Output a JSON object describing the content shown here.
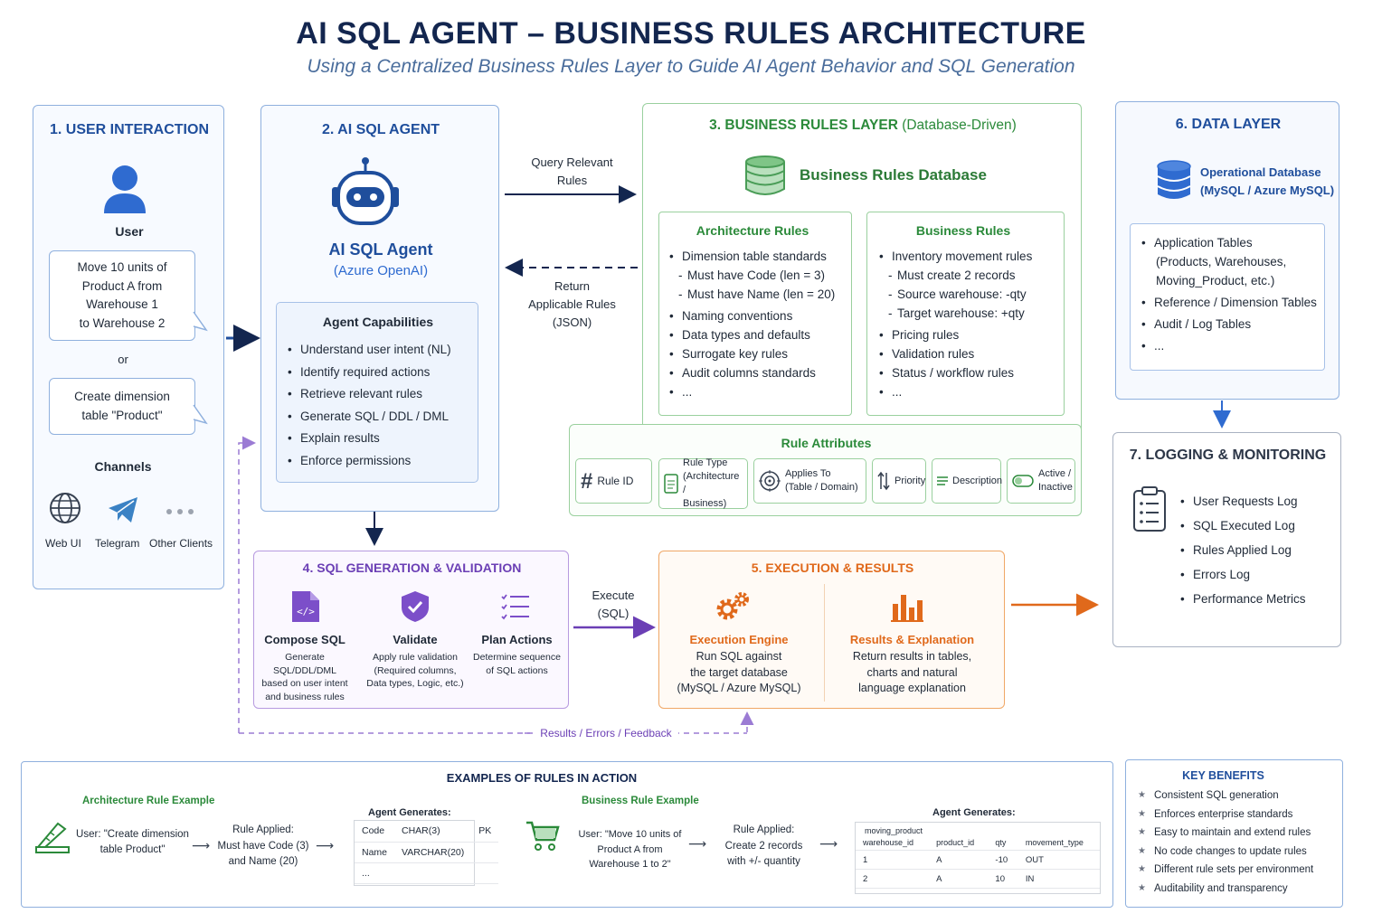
{
  "title": "AI SQL AGENT – BUSINESS RULES ARCHITECTURE",
  "subtitle": "Using a Centralized Business Rules Layer to Guide AI Agent Behavior and SQL Generation",
  "colors": {
    "navy": "#13264f",
    "blue": "#1f4e9c",
    "green": "#2b8a3a",
    "purple": "#6b3fb5",
    "orange": "#e0691b"
  },
  "user_interaction": {
    "title": "1. USER INTERACTION",
    "user_label": "User",
    "bubble1": [
      "Move 10 units of",
      "Product A from",
      "Warehouse 1",
      "to Warehouse 2"
    ],
    "or_label": "or",
    "bubble2": [
      "Create dimension",
      "table \"Product\""
    ],
    "channels_title": "Channels",
    "channels": [
      "Web UI",
      "Telegram",
      "Other Clients"
    ]
  },
  "agent": {
    "title": "2. AI SQL AGENT",
    "name": "AI SQL Agent",
    "sub": "(Azure OpenAI)",
    "capabilities_title": "Agent Capabilities",
    "capabilities": [
      "Understand user intent (NL)",
      "Identify required actions",
      "Retrieve relevant rules",
      "Generate SQL / DDL / DML",
      "Explain results",
      "Enforce permissions"
    ]
  },
  "arrows": {
    "query": [
      "Query Relevant",
      "Rules"
    ],
    "return": [
      "Return",
      "Applicable Rules",
      "(JSON)"
    ],
    "execute": [
      "Execute",
      "(SQL)"
    ],
    "feedback": "Results / Errors / Feedback"
  },
  "rules_layer": {
    "title": "3. BUSINESS RULES LAYER",
    "title_suffix": "(Database-Driven)",
    "db_label": "Business Rules Database",
    "arch_title": "Architecture Rules",
    "arch_rules": [
      {
        "t": "Dimension table standards",
        "sub": false
      },
      {
        "t": "Must have Code (len = 3)",
        "sub": true
      },
      {
        "t": "Must have Name (len = 20)",
        "sub": true
      },
      {
        "t": "Naming conventions",
        "sub": false
      },
      {
        "t": "Data types and defaults",
        "sub": false
      },
      {
        "t": "Surrogate key rules",
        "sub": false
      },
      {
        "t": "Audit columns standards",
        "sub": false
      },
      {
        "t": "...",
        "sub": false
      }
    ],
    "biz_title": "Business Rules",
    "biz_rules": [
      {
        "t": "Inventory movement rules",
        "sub": false
      },
      {
        "t": "Must create 2 records",
        "sub": true
      },
      {
        "t": "Source warehouse: -qty",
        "sub": true
      },
      {
        "t": "Target warehouse: +qty",
        "sub": true
      },
      {
        "t": "Pricing rules",
        "sub": false
      },
      {
        "t": "Validation rules",
        "sub": false
      },
      {
        "t": "Status / workflow rules",
        "sub": false
      },
      {
        "t": "...",
        "sub": false
      }
    ],
    "attr_title": "Rule Attributes",
    "attributes": {
      "rule_id": "Rule ID",
      "rule_type": [
        "Rule Type",
        "(Architecture /",
        "Business)"
      ],
      "applies_to": [
        "Applies To",
        "(Table / Domain)"
      ],
      "priority": "Priority",
      "description": "Description",
      "active": [
        "Active /",
        "Inactive"
      ]
    }
  },
  "sqlgen": {
    "title": "4. SQL GENERATION & VALIDATION",
    "items": [
      {
        "name": "Compose SQL",
        "desc": [
          "Generate SQL/DDL/DML",
          "based on user intent",
          "and business rules"
        ]
      },
      {
        "name": "Validate",
        "desc": [
          "Apply rule validation",
          "(Required columns,",
          "Data types, Logic, etc.)"
        ]
      },
      {
        "name": "Plan Actions",
        "desc": [
          "Determine sequence",
          "of SQL actions"
        ]
      }
    ]
  },
  "execution": {
    "title": "5. EXECUTION & RESULTS",
    "engine_title": "Execution Engine",
    "engine_desc": [
      "Run SQL against",
      "the target database",
      "(MySQL / Azure MySQL)"
    ],
    "results_title": "Results & Explanation",
    "results_desc": [
      "Return results in tables,",
      "charts and natural",
      "language explanation"
    ]
  },
  "data_layer": {
    "title": "6. DATA LAYER",
    "db_name": [
      "Operational Database",
      "(MySQL / Azure MySQL)"
    ],
    "items": [
      {
        "t": "Application Tables",
        "extra": [
          "(Products, Warehouses,",
          "Moving_Product, etc.)"
        ]
      },
      {
        "t": "Reference / Dimension Tables",
        "extra": []
      },
      {
        "t": "Audit / Log Tables",
        "extra": []
      },
      {
        "t": "...",
        "extra": []
      }
    ]
  },
  "logging": {
    "title": "7. LOGGING & MONITORING",
    "items": [
      "User Requests Log",
      "SQL Executed Log",
      "Rules Applied Log",
      "Errors Log",
      "Performance Metrics"
    ]
  },
  "examples": {
    "title": "EXAMPLES OF RULES IN ACTION",
    "arch": {
      "title": "Architecture Rule Example",
      "user": [
        "User: \"Create dimension",
        "table Product\""
      ],
      "rule": [
        "Rule Applied:",
        "Must have Code (3)",
        "and Name (20)"
      ],
      "gen_title": "Agent Generates:",
      "rows": [
        [
          "Code",
          "CHAR(3)",
          "PK"
        ],
        [
          "Name",
          "VARCHAR(20)",
          ""
        ],
        [
          "...",
          "",
          ""
        ]
      ]
    },
    "biz": {
      "title": "Business Rule Example",
      "user": [
        "User: \"Move 10 units of",
        "Product A from",
        "Warehouse 1 to 2\""
      ],
      "rule": [
        "Rule Applied:",
        "Create 2 records",
        "with +/- quantity"
      ],
      "gen_title": "Agent Generates:",
      "table_name": "moving_product",
      "headers": [
        "warehouse_id",
        "product_id",
        "qty",
        "movement_type"
      ],
      "rows": [
        [
          "1",
          "A",
          "-10",
          "OUT"
        ],
        [
          "2",
          "A",
          "10",
          "IN"
        ]
      ]
    }
  },
  "benefits": {
    "title": "KEY BENEFITS",
    "items": [
      "Consistent SQL generation",
      "Enforces enterprise standards",
      "Easy to maintain and extend rules",
      "No code changes to update rules",
      "Different rule sets per environment",
      "Auditability and transparency"
    ]
  }
}
